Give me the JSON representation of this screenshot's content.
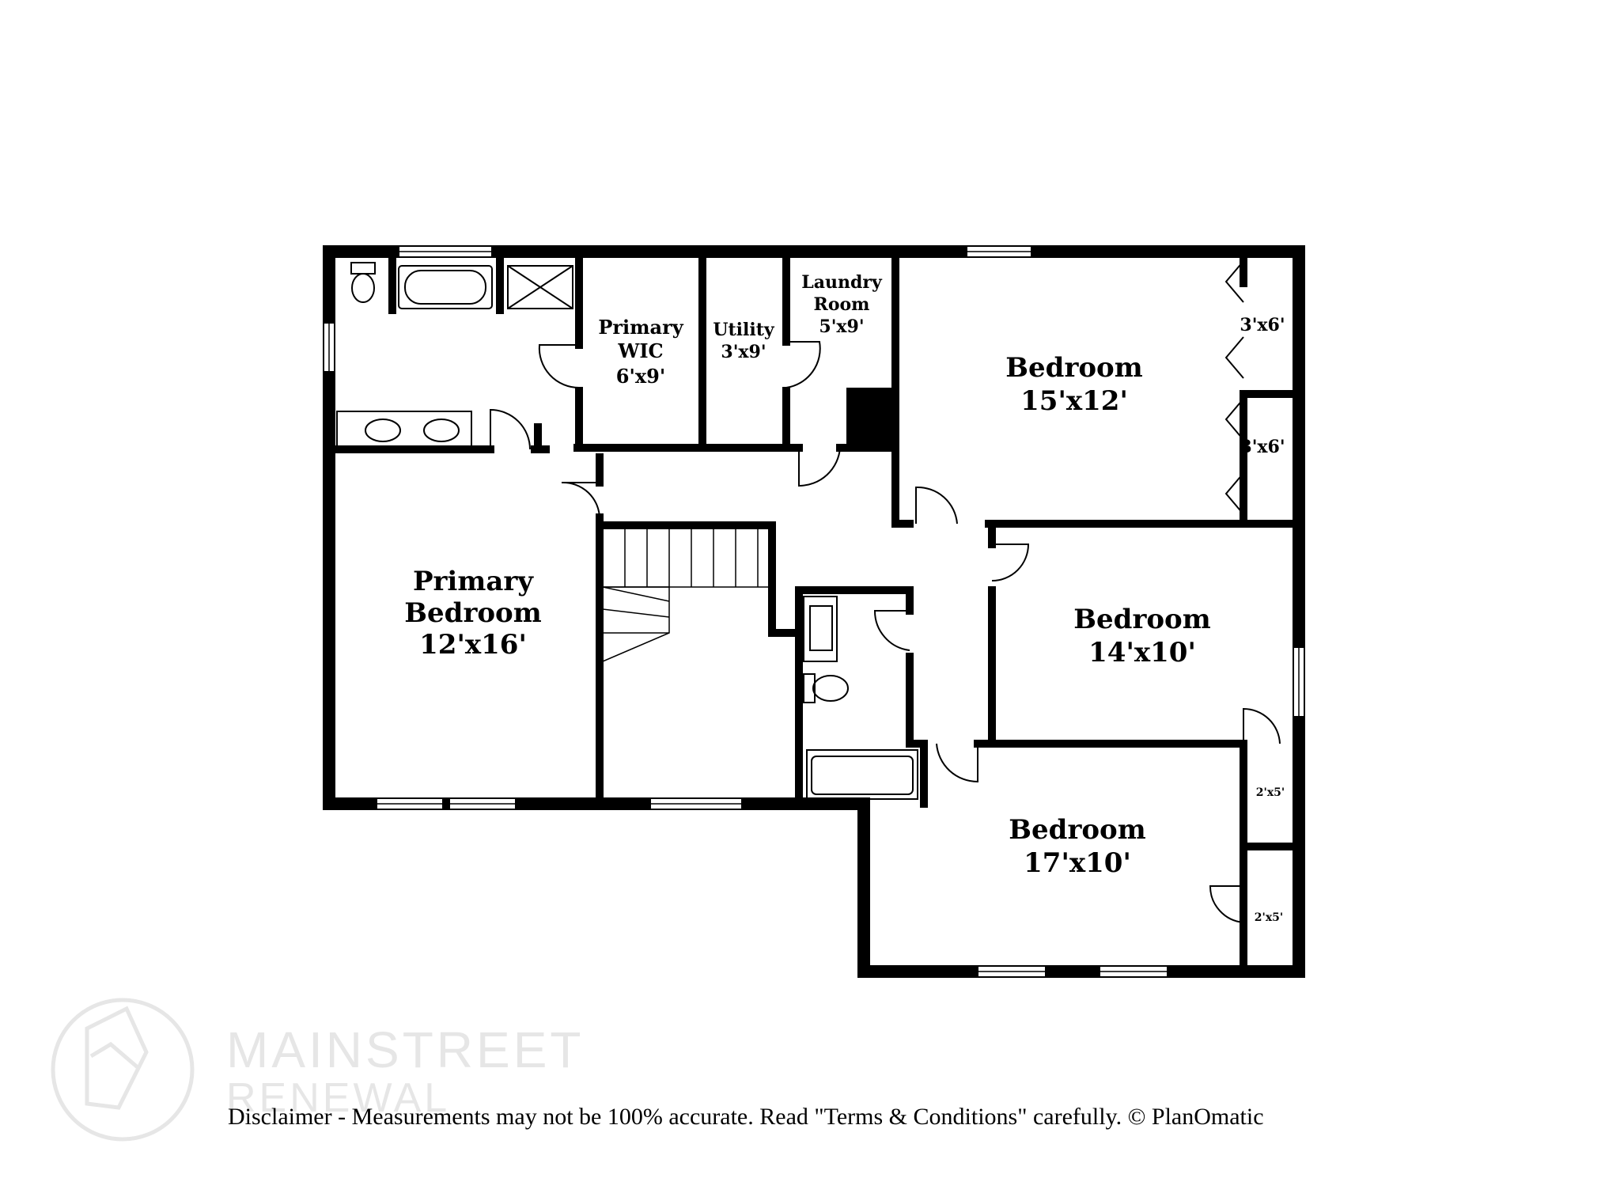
{
  "rooms": {
    "primary_bedroom": {
      "name_line1": "Primary",
      "name_line2": "Bedroom",
      "dims": "12'x16'"
    },
    "primary_wic": {
      "name_line1": "Primary",
      "name_line2": "WIC",
      "dims": "6'x9'"
    },
    "utility": {
      "name": "Utility",
      "dims": "3'x9'"
    },
    "laundry": {
      "name_line1": "Laundry",
      "name_line2": "Room",
      "dims": "5'x9'"
    },
    "bedroom_ne": {
      "name": "Bedroom",
      "dims": "15'x12'"
    },
    "bedroom_e": {
      "name": "Bedroom",
      "dims": "14'x10'"
    },
    "bedroom_se": {
      "name": "Bedroom",
      "dims": "17'x10'"
    }
  },
  "closets": {
    "ne_top": "3'x6'",
    "ne_bottom": "3'x6'",
    "se_top": "2'x5'",
    "se_bottom": "2'x5'"
  },
  "logo": {
    "line1": "MAINSTREET",
    "line2": "RENEWAL"
  },
  "disclaimer": "Disclaimer - Measurements may not be 100% accurate. Read \"Terms & Conditions\" carefully. © PlanOmatic",
  "colors": {
    "wall": "#000000",
    "background": "#ffffff",
    "watermark": "#e6e6e6"
  }
}
